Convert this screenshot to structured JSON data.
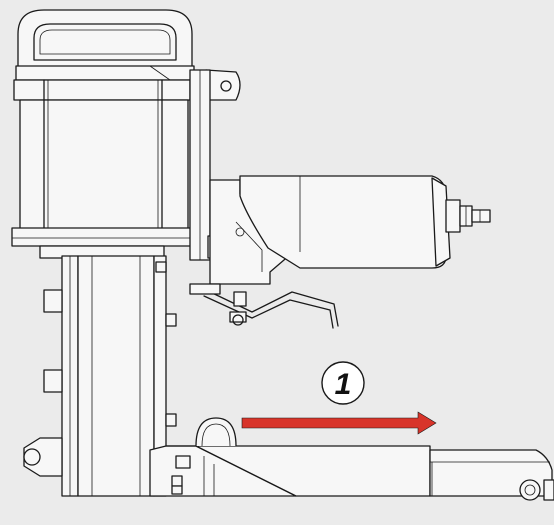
{
  "diagram": {
    "background_color": "#ebebeb",
    "line_color": "#1a1a1a",
    "callout": {
      "label": "1"
    },
    "arrow": {
      "color": "#d8342a",
      "direction": "right"
    },
    "parts": [
      "handle",
      "motor-housing",
      "hanger-bracket",
      "air-inlet-fitting",
      "trigger-lever",
      "drive-column",
      "base-plate",
      "magazine-rail",
      "slide-ring",
      "adjustment-knob"
    ]
  }
}
